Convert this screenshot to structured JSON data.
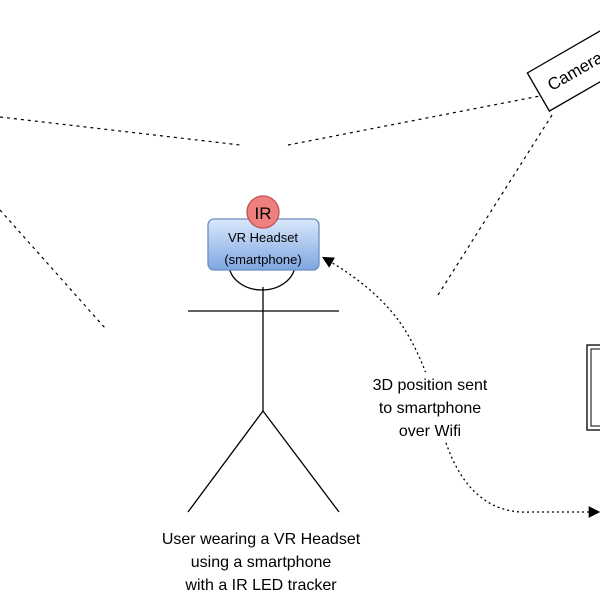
{
  "camera": {
    "label": "Camera"
  },
  "ir_led": {
    "label": "IR"
  },
  "headset": {
    "line1": "VR Headset",
    "line2": "(smartphone)"
  },
  "connection": {
    "line1": "3D position sent",
    "line2": "to smartphone",
    "line3": "over Wifi"
  },
  "user_caption": {
    "line1": "User wearing a VR Headset",
    "line2": "using a smartphone",
    "line3": "with a IR LED tracker"
  },
  "colors": {
    "ir_fill": "#f08080",
    "ir_stroke": "#b85450",
    "headset_fill_top": "#dae8fc",
    "headset_fill_bottom": "#7ea6e0",
    "headset_stroke": "#6c8ebf",
    "line": "#000000"
  }
}
